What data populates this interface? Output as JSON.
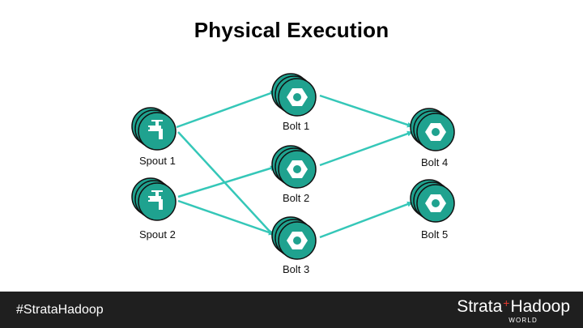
{
  "title": "Physical Execution",
  "nodes": {
    "spout1": "Spout 1",
    "spout2": "Spout 2",
    "bolt1": "Bolt 1",
    "bolt2": "Bolt 2",
    "bolt3": "Bolt 3",
    "bolt4": "Bolt 4",
    "bolt5": "Bolt 5"
  },
  "edges": [
    [
      "spout1",
      "bolt1"
    ],
    [
      "spout1",
      "bolt3"
    ],
    [
      "spout2",
      "bolt2"
    ],
    [
      "spout2",
      "bolt3"
    ],
    [
      "bolt1",
      "bolt4"
    ],
    [
      "bolt2",
      "bolt4"
    ],
    [
      "bolt3",
      "bolt5"
    ]
  ],
  "colors": {
    "node": "#1fa28f",
    "edge": "#35c7b8",
    "footer": "#1f1f1f",
    "logo_plus": "#e03a2f"
  },
  "icons": {
    "spout": "faucet-icon",
    "bolt": "hex-nut-icon"
  },
  "footer": {
    "hashtag": "#StrataHadoop",
    "logo_left": "Strata",
    "logo_plus": "+",
    "logo_right": "Hadoop",
    "logo_sub": "WORLD"
  }
}
